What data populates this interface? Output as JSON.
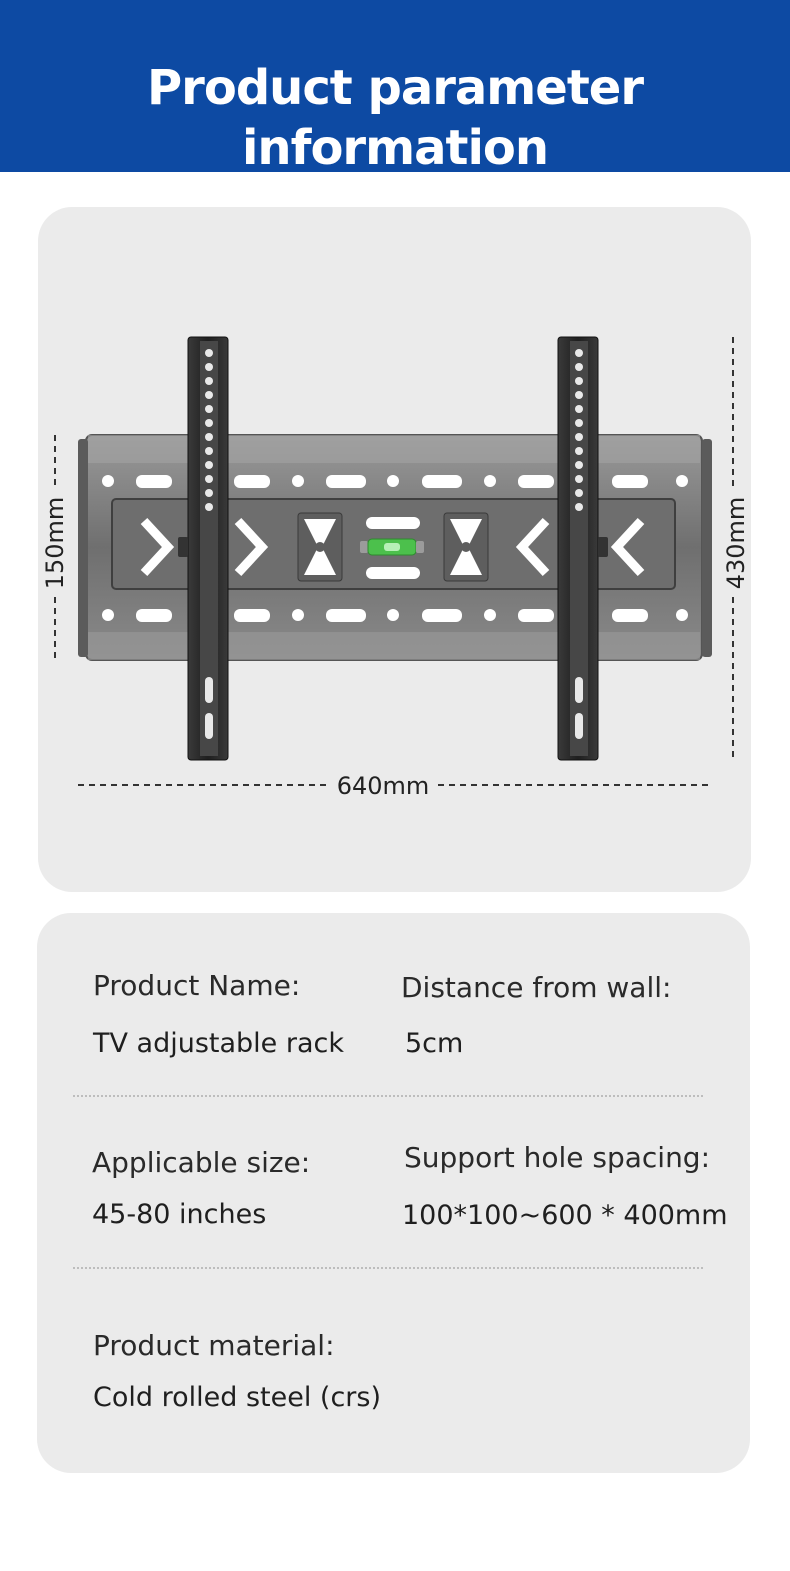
{
  "header": {
    "title": "Product parameter information"
  },
  "diagram": {
    "width_label": "640mm",
    "left_height_label": "150mm",
    "right_height_label": "430mm",
    "colors": {
      "bracket": "#7c7c7c",
      "upright": "#2b2b2b",
      "level": "#4cc04c"
    }
  },
  "specs": {
    "product_name": {
      "label": "Product Name:",
      "value": "TV adjustable rack"
    },
    "distance_from_wall": {
      "label": "Distance from wall:",
      "value": "5cm"
    },
    "applicable_size": {
      "label": "Applicable size:",
      "value": "45-80 inches"
    },
    "support_hole_spacing": {
      "label": "Support hole spacing:",
      "value": "100*100~600 * 400mm"
    },
    "product_material": {
      "label": "Product material:",
      "value": "Cold rolled steel (crs)"
    }
  }
}
